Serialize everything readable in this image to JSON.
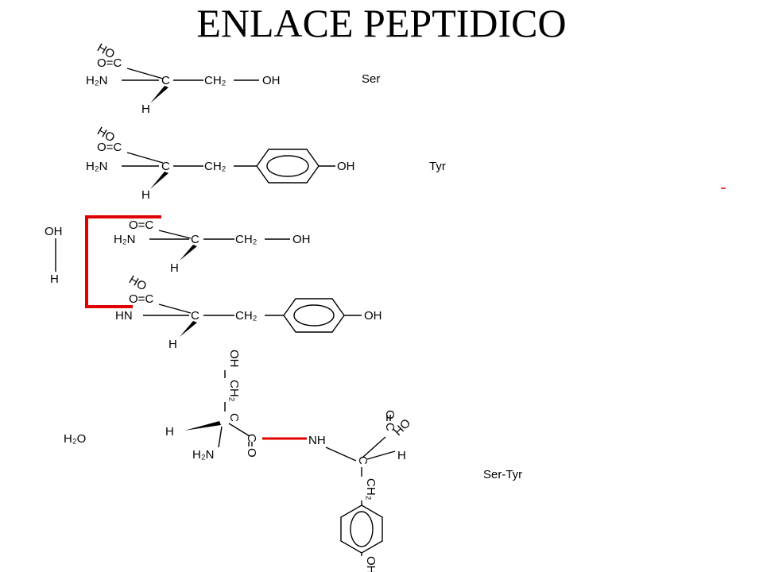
{
  "title": "ENLACE PEPTIDICO",
  "labels": {
    "ser": "Ser",
    "tyr": "Tyr",
    "ser_tyr": "Ser-Tyr",
    "water": "H₂O"
  },
  "atoms": {
    "HO": "HO",
    "OC": "O=C",
    "H2N": "H₂N",
    "HN": "HN",
    "NH": "NH",
    "C": "C",
    "H": "H",
    "CH2": "CH₂",
    "OH": "OH",
    "O": "O"
  },
  "colors": {
    "bond": "#000000",
    "peptide_bond": "#e00000",
    "title": "#000000"
  }
}
